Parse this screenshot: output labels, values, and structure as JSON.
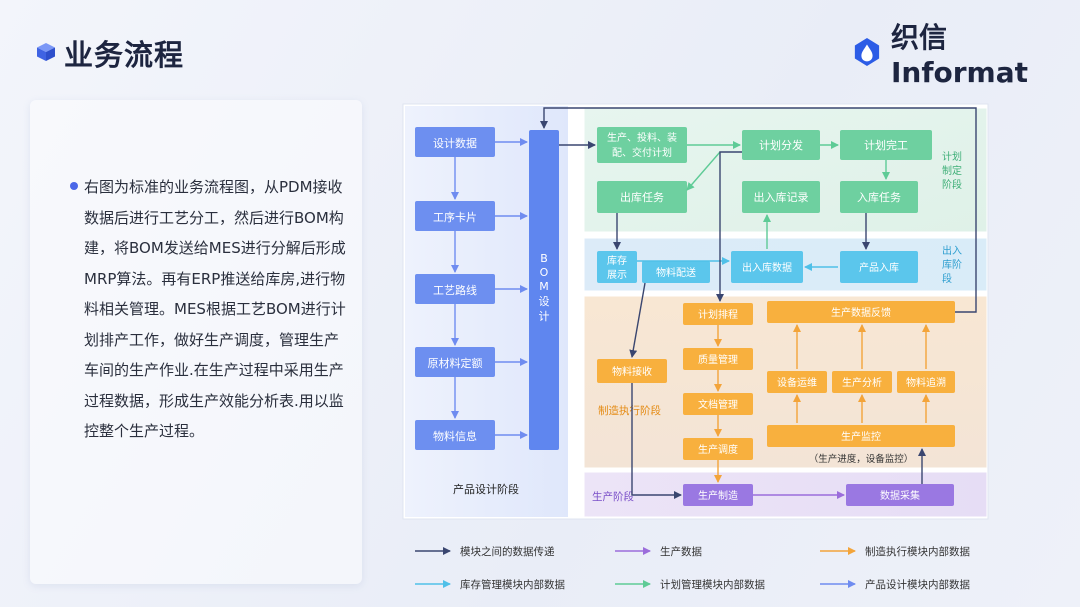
{
  "header": {
    "title": "业务流程",
    "logo_text": "织信 Informat"
  },
  "description": "右图为标准的业务流程图，从PDM接收数据后进行工艺分工，然后进行BOM构建，将BOM发送给MES进行分解后形成MRP算法。再有ERP推送给库房,进行物料相关管理。MES根据工艺BOM进行计划排产工作，做好生产调度，管理生产车间的生产作业.在生产过程中采用生产过程数据，形成生产效能分析表.用以监控整个生产过程。",
  "diagram": {
    "design": {
      "stage_label": "产品设计阶段",
      "boxes": [
        "设计数据",
        "工序卡片",
        "工艺路线",
        "原材料定额",
        "物料信息"
      ],
      "bom_label": "BOM设计"
    },
    "plan": {
      "stage_label": "计划制定阶段",
      "boxes": [
        "生产、投料、装配、交付计划",
        "计划分发",
        "计划完工",
        "出库任务",
        "出入库记录",
        "入库任务"
      ]
    },
    "warehouse": {
      "stage_label": "出入库阶段",
      "boxes": [
        "库存展示",
        "物料配送",
        "出入库数据",
        "产品入库"
      ]
    },
    "mes": {
      "stage_label": "制造执行阶段",
      "boxes": [
        "计划排程",
        "质量管理",
        "文档管理",
        "生产调度",
        "物料接收",
        "生产数据反馈",
        "设备运维",
        "生产分析",
        "物料追溯",
        "生产监控"
      ],
      "note": "（生产进度，设备监控）"
    },
    "production": {
      "stage_label": "生产阶段",
      "boxes": [
        "生产制造",
        "数据采集"
      ]
    }
  },
  "legend": [
    {
      "label": "模块之间的数据传递",
      "color": "#3a4670"
    },
    {
      "label": "生产数据",
      "color": "#9b6ddb"
    },
    {
      "label": "制造执行模块内部数据",
      "color": "#f3a43a"
    },
    {
      "label": "库存管理模块内部数据",
      "color": "#4fc0e8"
    },
    {
      "label": "计划管理模块内部数据",
      "color": "#5ecb96"
    },
    {
      "label": "产品设计模块内部数据",
      "color": "#6f8cf0"
    }
  ],
  "colors": {
    "design_box": "#6d8ff0",
    "bom_bar": "#5f86ef",
    "plan_box": "#6ed0a0",
    "warehouse_box": "#5bc6ec",
    "mes_box": "#f8b03e",
    "production_box": "#9a78e2"
  },
  "icons": {
    "header_icon": "cube-icon",
    "logo_icon": "drop-logo-icon"
  }
}
